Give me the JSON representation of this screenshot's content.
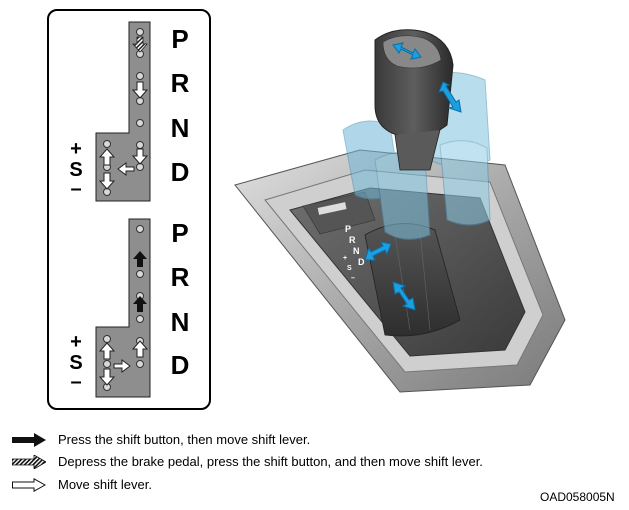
{
  "diagram": {
    "gate_top": {
      "gears": [
        "P",
        "R",
        "N",
        "D"
      ],
      "plus": "+",
      "s": "S",
      "minus": "–"
    },
    "gate_bottom": {
      "gears": [
        "P",
        "R",
        "N",
        "D"
      ],
      "plus": "+",
      "s": "S",
      "minus": "–"
    },
    "console": {
      "indicator_letters": [
        "P",
        "R",
        "N",
        "D",
        "+",
        "S",
        "–"
      ]
    }
  },
  "legend": [
    {
      "icon": "solid-arrow-icon",
      "text": "Press the shift button, then move shift lever."
    },
    {
      "icon": "hatched-arrow-icon",
      "text": "Depress the brake pedal, press the shift button, and then move shift lever."
    },
    {
      "icon": "outline-arrow-icon",
      "text": "Move shift lever."
    }
  ],
  "figure_code": "OAD058005N",
  "colors": {
    "arrow_blue": "#1b9fe0",
    "panel_fill": "#8e8e8e",
    "console_gray": "#b8b8b8"
  }
}
